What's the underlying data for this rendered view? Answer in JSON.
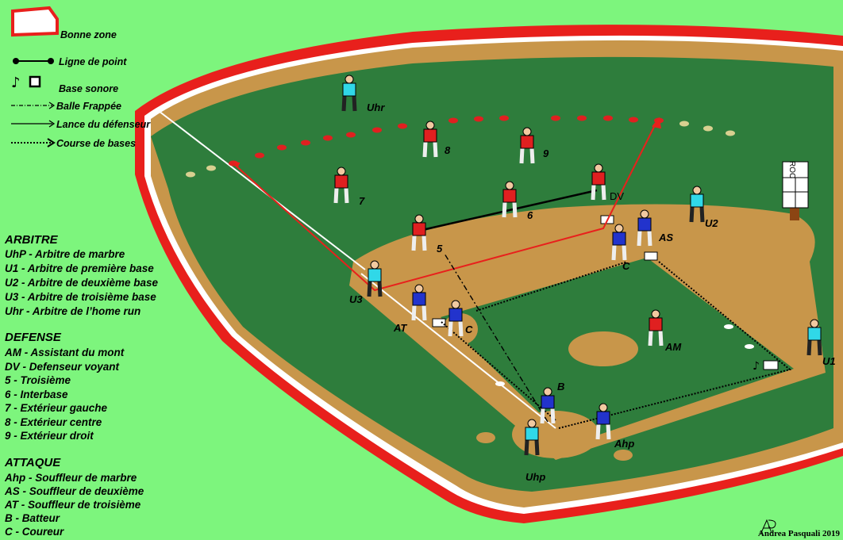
{
  "legend": {
    "good_zone": "Bonne zone",
    "point_line": "Ligne de point",
    "sound_base": "Base sonore",
    "hit_ball": "Balle Frappée",
    "defender_throw": "Lance du défenseur",
    "base_running": "Course de bases"
  },
  "arbitre": {
    "title": "ARBITRE",
    "items": [
      "UhP - Arbitre de marbre",
      "U1    - Arbitre de première base",
      "U2    - Arbitre de deuxième base",
      "U3    - Arbitre de troisième base",
      "Uhr   - Arbitre de l’home run"
    ]
  },
  "defense": {
    "title": "DEFENSE",
    "items": [
      "AM - Assistant du mont",
      "DV - Defenseur voyant",
      "5    - Troisième",
      "6    - Interbase",
      "7    - Extérieur gauche",
      "8    - Extérieur centre",
      "9    - Extérieur droit"
    ]
  },
  "attaque": {
    "title": "ATTAQUE",
    "items": [
      "Ahp - Souffleur de marbre",
      "AS - Souffleur de deuxième",
      "AT - Souffleur de troisième",
      "B   -  Batteur",
      "C   - Coureur"
    ]
  },
  "field": {
    "umpires": {
      "uhr": "Uhr",
      "u1": "U1",
      "u2": "U2",
      "u3": "U3",
      "uhp": "Uhp"
    },
    "defenders": {
      "p5": "5",
      "p6": "6",
      "p7": "7",
      "p8": "8",
      "p9": "9",
      "dv": "DV",
      "am": "AM"
    },
    "offense": {
      "as": "AS",
      "at": "AT",
      "ahp": "Ahp",
      "b": "B",
      "c1": "C",
      "c2": "C"
    },
    "roc": "ROC"
  },
  "credit": "Andrea Pasquali 2019",
  "colors": {
    "background": "#7df57d",
    "grass": "#2e7d3c",
    "dirt": "#c8964a",
    "wall_red": "#e8201c",
    "defense_red": "#e02020",
    "offense_blue": "#2233cc",
    "umpire_cyan": "#30d8e8",
    "throw_line": "#e8201c"
  }
}
